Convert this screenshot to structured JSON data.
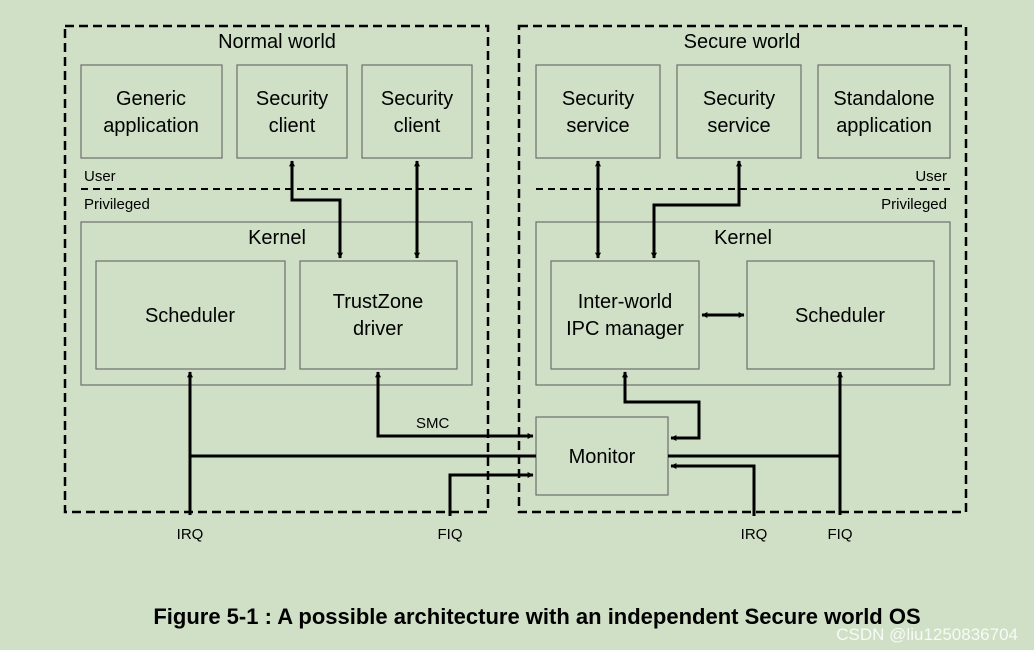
{
  "diagram": {
    "normal_world": {
      "title": "Normal world",
      "user_label": "User",
      "privileged_label": "Privileged",
      "apps": [
        {
          "line1": "Generic",
          "line2": "application"
        },
        {
          "line1": "Security",
          "line2": "client"
        },
        {
          "line1": "Security",
          "line2": "client"
        }
      ],
      "kernel": {
        "title": "Kernel",
        "scheduler": "Scheduler",
        "driver": {
          "line1": "TrustZone",
          "line2": "driver"
        }
      }
    },
    "secure_world": {
      "title": "Secure world",
      "user_label": "User",
      "privileged_label": "Privileged",
      "apps": [
        {
          "line1": "Security",
          "line2": "service"
        },
        {
          "line1": "Security",
          "line2": "service"
        },
        {
          "line1": "Standalone",
          "line2": "application"
        }
      ],
      "kernel": {
        "title": "Kernel",
        "ipc": {
          "line1": "Inter-world",
          "line2": "IPC manager"
        },
        "scheduler": "Scheduler"
      }
    },
    "monitor": "Monitor",
    "labels": {
      "smc": "SMC",
      "irq_left": "IRQ",
      "fiq_left": "FIQ",
      "irq_right": "IRQ",
      "fiq_right": "FIQ"
    },
    "caption": "Figure 5-1 : A possible architecture with an independent Secure world OS",
    "watermark": "CSDN @liu1250836704"
  }
}
